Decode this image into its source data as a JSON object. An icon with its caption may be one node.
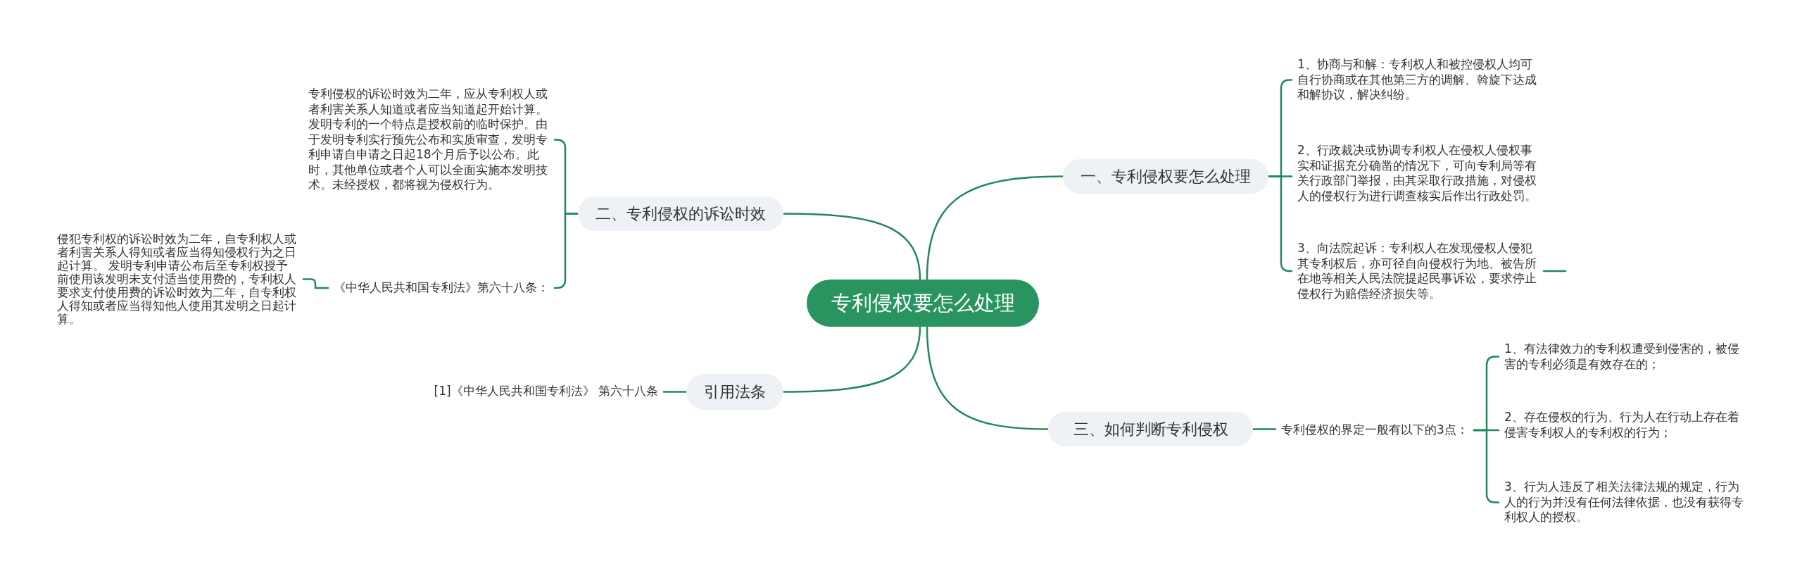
{
  "diagram": {
    "nodes": [
      {
        "text": [
          "专利侵权要怎么处理"
        ]
      },
      {
        "text": [
          "一、专利侵权要怎么处理"
        ]
      },
      {
        "text": [
          "1、协商与和解：专利权人和被控侵权人均可自行协商或在其他第三方的调解、斡旋下达成和解协议，解决纠纷。"
        ]
      },
      {
        "text": [
          "2、行政裁决或协调专利权人在侵权人侵权事实和证据充分确凿的情况下，可向专利局等有关行政部门举报，由其采取行政措施，对侵权人的侵权行为进行调查核实后作出行政处罚。"
        ]
      },
      {
        "text": [
          "3、向法院起诉：专利权人在发现侵权人侵犯其专利权后，亦可径自向侵权行为地、被告所在地等相关人民法院提起民事诉讼，要求停止侵权行为赔偿经济损失等。"
        ]
      },
      {
        "text": [
          "二、专利侵权的诉讼时效"
        ]
      },
      {
        "text": [
          "专利侵权的诉讼时效为二年，应从专利权人或者利害关系人知道或者应当知道起开始计算。发明专利的一个特点是授权前的临时保护。由于发明专利实行预先公布和实质审查，发明专利申请自申请之日起18个月后予以公布。此时，其他单位或者个人可以全面实施本发明技术。未经授权，都将视为侵权行为。"
        ]
      },
      {
        "text": [
          "《中华人民共和国专利法》第六十八条："
        ]
      },
      {
        "text": [
          "侵犯专利权的诉讼时效为二年，自专利权人或者利害关系人得知或者应当得知侵权行为之日起计算。 发明专利申请公布后至专利权授予前使用该发明未支付适当使用费的，专利权人要求支付使用费的诉讼时效为二年，自专利权人得知或者应当得知他人使用其发明之日起计算。"
        ]
      },
      {
        "text": [
          "三、如何判断专利侵权"
        ]
      },
      {
        "text": [
          "专利侵权的界定一般有以下的3点："
        ]
      },
      {
        "text": [
          "1、有法律效力的专利权遭受到侵害的，被侵害的专利必须是有效存在的；"
        ]
      },
      {
        "text": [
          "2、存在侵权的行为、行为人在行动上存在着侵害专利权人的专利权的行为；"
        ]
      },
      {
        "text": [
          "3、行为人违反了相关法律法规的规定，行为人的行为并没有任何法律依据，也没有获得专利权人的授权。"
        ]
      },
      {
        "text": [
          "引用法条"
        ]
      },
      {
        "text": [
          "[1]《中华人民共和国专利法》 第六十八条"
        ]
      }
    ],
    "edges": [
      {
        "from": 0,
        "to": 1,
        "arrow": "none"
      },
      {
        "from": 1,
        "to": 2,
        "arrow": "none"
      },
      {
        "from": 1,
        "to": 3,
        "arrow": "none"
      },
      {
        "from": 1,
        "to": 4,
        "arrow": "none"
      },
      {
        "from": 4,
        "to": null,
        "arrow": "none"
      },
      {
        "from": 0,
        "to": 5,
        "arrow": "none"
      },
      {
        "from": 5,
        "to": 6,
        "arrow": "none"
      },
      {
        "from": 5,
        "to": 7,
        "arrow": "none"
      },
      {
        "from": 7,
        "to": 8,
        "arrow": "none"
      },
      {
        "from": 0,
        "to": 9,
        "arrow": "none"
      },
      {
        "from": 9,
        "to": 10,
        "arrow": "none"
      },
      {
        "from": 10,
        "to": 11,
        "arrow": "none"
      },
      {
        "from": 10,
        "to": 12,
        "arrow": "none"
      },
      {
        "from": 10,
        "to": 13,
        "arrow": "none"
      },
      {
        "from": 0,
        "to": 14,
        "arrow": "none"
      },
      {
        "from": 14,
        "to": 15,
        "arrow": "none"
      }
    ]
  }
}
